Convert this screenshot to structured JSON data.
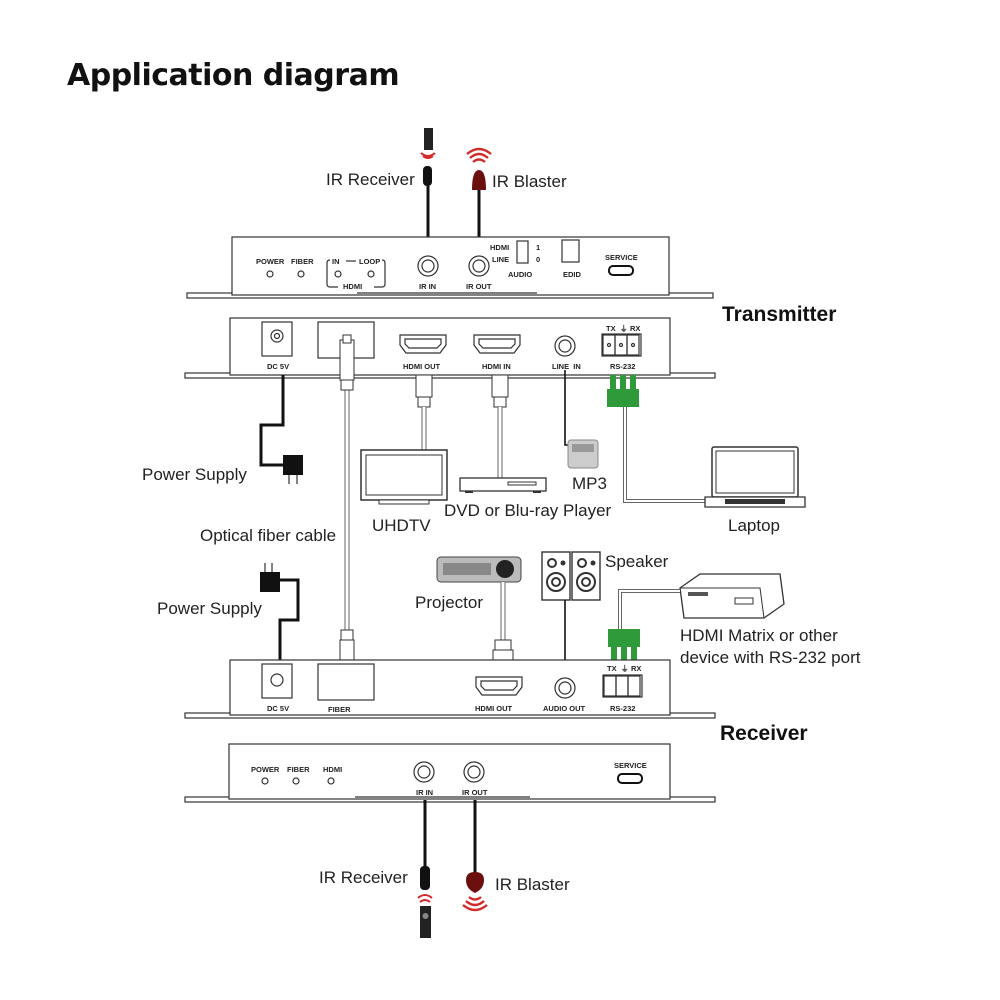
{
  "title": "Application diagram",
  "sections": {
    "transmitter": "Transmitter",
    "receiver": "Receiver"
  },
  "transmitter_front": {
    "leds": [
      "POWER",
      "FIBER"
    ],
    "hdmi_group": {
      "in": "IN",
      "loop": "LOOP",
      "label": "HDMI"
    },
    "ports": [
      "IR IN",
      "IR OUT"
    ],
    "audio_switch": {
      "top": "HDMI",
      "bottom": "LINE",
      "val_top": "1",
      "val_bottom": "0",
      "label": "AUDIO"
    },
    "edid": "EDID",
    "service": "SERVICE"
  },
  "transmitter_rear": {
    "ports": [
      "DC 5V",
      "HDMI OUT",
      "HDMI IN",
      "LINE  IN",
      "RS-232"
    ],
    "rs232_pins": [
      "TX",
      "⏚",
      "RX"
    ]
  },
  "receiver_rear": {
    "ports": [
      "DC 5V",
      "FIBER",
      "HDMI OUT",
      "AUDIO OUT",
      "RS-232"
    ],
    "rs232_pins": [
      "TX",
      "⏚",
      "RX"
    ]
  },
  "receiver_front": {
    "leds": [
      "POWER",
      "FIBER",
      "HDMI"
    ],
    "ports": [
      "IR IN",
      "IR OUT"
    ],
    "service": "SERVICE"
  },
  "devices": {
    "ir_receiver_top": "IR Receiver",
    "ir_blaster_top": "IR Blaster",
    "power_supply_tx": "Power Supply",
    "uhdtv": "UHDTV",
    "dvd": "DVD or Blu-ray Player",
    "mp3": "MP3",
    "laptop": "Laptop",
    "fiber_cable": "Optical fiber cable",
    "power_supply_rx": "Power Supply",
    "projector": "Projector",
    "speaker": "Speaker",
    "matrix_line1": "HDMI Matrix or other",
    "matrix_line2": "device with RS-232 port",
    "ir_receiver_bottom": "IR Receiver",
    "ir_blaster_bottom": "IR Blaster"
  },
  "colors": {
    "ir_red": "#d42a2a",
    "blaster_body": "#6b0f0f",
    "rs232_green": "#2f9a3a"
  }
}
